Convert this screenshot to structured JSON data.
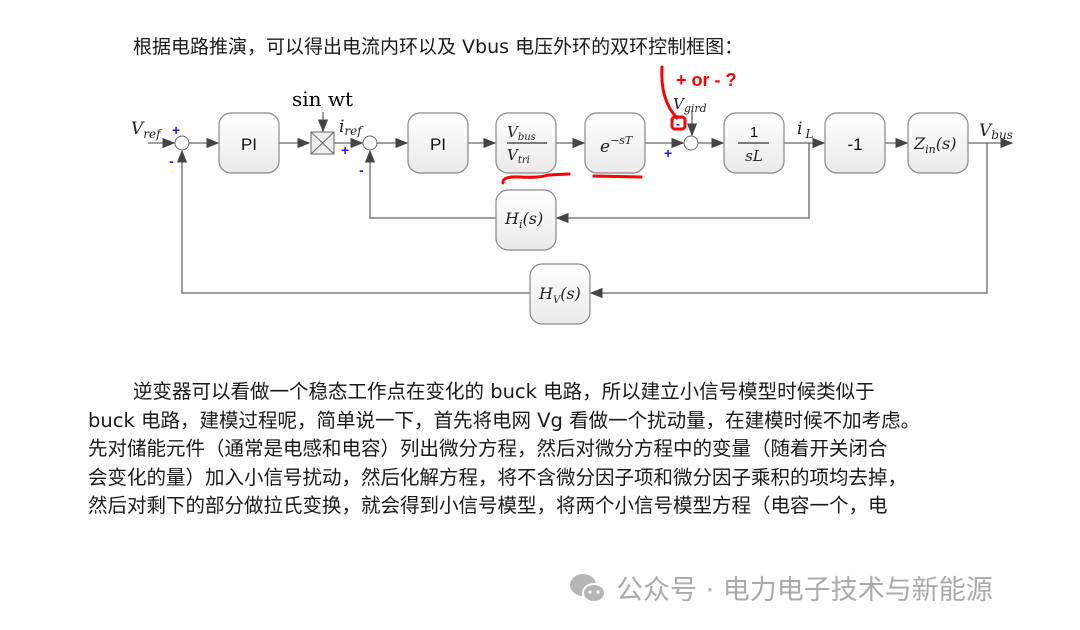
{
  "intro_text": "根据电路推演，可以得出电流内环以及 Vbus 电压外环的双环控制框图：",
  "diagram": {
    "v_ref": "V",
    "v_ref_sub": "ref",
    "sin_wt": "sin wt",
    "i_ref": "i",
    "i_ref_sub": "ref",
    "pi1": "PI",
    "pi2": "PI",
    "gain_num": "V",
    "gain_num_sub": "bus",
    "gain_den": "V",
    "gain_den_sub": "tri",
    "delay": "e",
    "delay_sup": "−sT",
    "v_gird": "V",
    "v_gird_sub": "gird",
    "plant_num": "1",
    "plant_den": "sL",
    "i_l": "i",
    "i_l_sub": "L",
    "neg_one": "-1",
    "zin": "Z",
    "zin_sub": "in",
    "zin_arg": "(s)",
    "v_bus": "V",
    "v_bus_sub": "bus",
    "hi": "H",
    "hi_sub": "i",
    "hi_arg": "(s)",
    "hv": "H",
    "hv_sub": "V",
    "hv_arg": "(s)",
    "plus": "+",
    "minus": "-",
    "annotation": "+ or - ?",
    "annotation_color": "#ff0000"
  },
  "paragraph": [
    "逆变器可以看做一个稳态工作点在变化的 buck 电路，所以建立小信号模型时候类似于",
    "buck 电路，建模过程呢，简单说一下，首先将电网 Vg 看做一个扰动量，在建模时候不加考虑。",
    "先对储能元件（通常是电感和电容）列出微分方程，然后对微分方程中的变量（随着开关闭合",
    "会变化的量）加入小信号扰动，然后化解方程，将不含微分因子项和微分因子乘积的项均去掉，",
    "然后对剩下的部分做拉氏变换，就会得到小信号模型，将两个小信号模型方程（电容一个，电"
  ],
  "watermark": "公众号 · 电力电子技术与新能源"
}
